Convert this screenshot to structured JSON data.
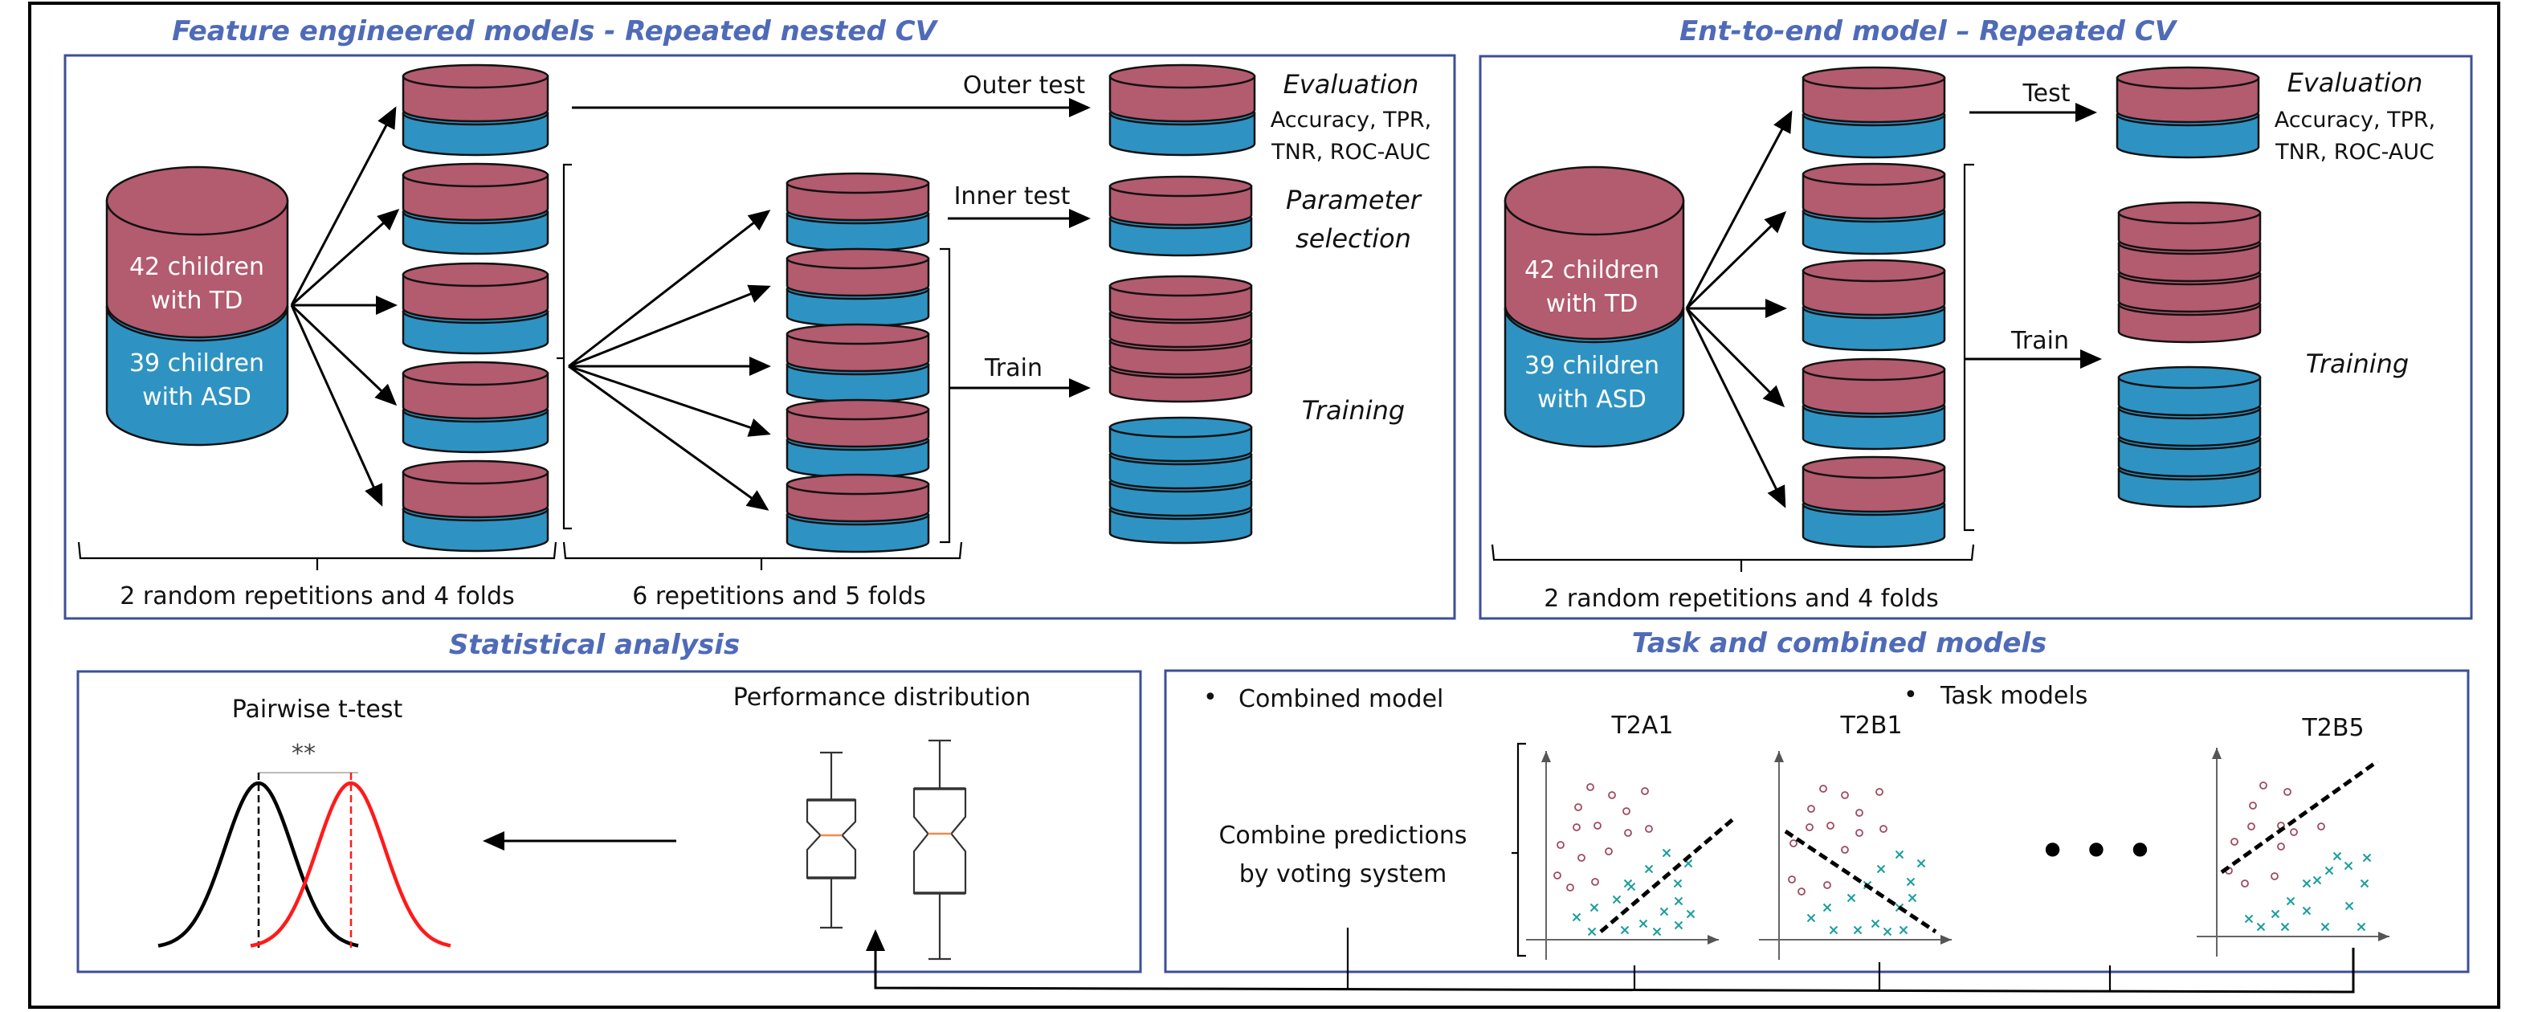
{
  "colors": {
    "td": "#b35b6f",
    "asd": "#2e93c2",
    "title": "#4f6bb8",
    "panel_border": "#3d4f96",
    "circle_marker": "#a0485e",
    "cross_marker": "#1a9e9e",
    "red_curve": "#ff1a1a",
    "median_line": "#f08a4b"
  },
  "feature_engineered": {
    "title": "Feature engineered models - Repeated nested CV",
    "dataset": {
      "td_line1": "42 children",
      "td_line2": "with TD",
      "asd_line1": "39 children",
      "asd_line2": "with ASD"
    },
    "outer_test_label": "Outer test",
    "inner_test_label": "Inner test",
    "train_label": "Train",
    "evaluation_title": "Evaluation",
    "evaluation_metrics_line1": "Accuracy, TPR,",
    "evaluation_metrics_line2": "TNR, ROC-AUC",
    "parameter_line1": "Parameter",
    "parameter_line2": "selection",
    "training_label": "Training",
    "outer_brace_label": "2 random repetitions and 4 folds",
    "inner_brace_label": "6 repetitions and 5 folds",
    "outer_folds": 5,
    "inner_folds": 5
  },
  "end_to_end": {
    "title": "Ent-to-end model – Repeated CV",
    "dataset": {
      "td_line1": "42 children",
      "td_line2": "with TD",
      "asd_line1": "39 children",
      "asd_line2": "with ASD"
    },
    "test_label": "Test",
    "train_label": "Train",
    "evaluation_title": "Evaluation",
    "evaluation_metrics_line1": "Accuracy, TPR,",
    "evaluation_metrics_line2": "TNR, ROC-AUC",
    "training_label": "Training",
    "brace_label": "2 random repetitions and 4 folds",
    "folds": 5
  },
  "statistical_analysis": {
    "title": "Statistical analysis",
    "ttest_label": "Pairwise t-test",
    "significance": "**",
    "performance_label": "Performance distribution"
  },
  "task_models": {
    "title": "Task and combined models",
    "combined_bullet": "Combined model",
    "task_bullet": "Task models",
    "bullet_char": "•",
    "combine_line1": "Combine predictions",
    "combine_line2": "by voting system",
    "ellipsis": "• • •",
    "plots": [
      {
        "name": "T2A1",
        "boundary": "ascending"
      },
      {
        "name": "T2B1",
        "boundary": "descending"
      },
      {
        "name": "T2B5",
        "boundary": "ascending-high"
      }
    ]
  }
}
